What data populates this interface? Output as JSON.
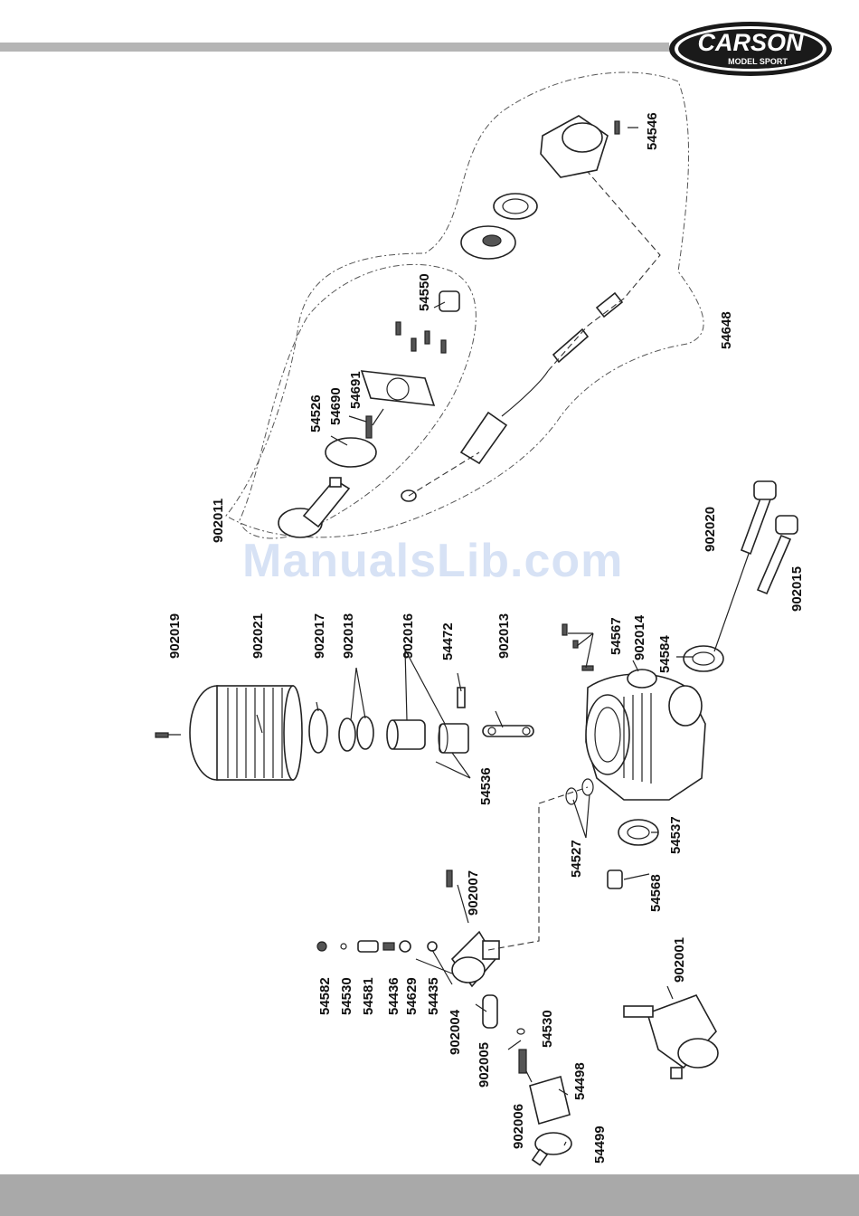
{
  "brand": {
    "name": "CARSON",
    "tagline": "MODEL SPORT"
  },
  "watermark": "ManualsLib.com",
  "colors": {
    "bars": "#b5b5b5",
    "logo_fill": "#1a1a1a"
  },
  "parts": {
    "p902011": "902011",
    "p54526": "54526",
    "p54690": "54690",
    "p54691": "54691",
    "p54550": "54550",
    "p54546": "54546",
    "p54648": "54648",
    "p902019": "902019",
    "p902021": "902021",
    "p902017": "902017",
    "p902018": "902018",
    "p902016": "902016",
    "p54472": "54472",
    "p902013": "902013",
    "p54536": "54536",
    "p54567": "54567",
    "p902014": "902014",
    "p54584": "54584",
    "p902020": "902020",
    "p902015": "902015",
    "p54527": "54527",
    "p54537": "54537",
    "p54568": "54568",
    "p902007": "902007",
    "p54582": "54582",
    "p54530a": "54530",
    "p54581": "54581",
    "p54436": "54436",
    "p54629": "54629",
    "p54435": "54435",
    "p902004": "902004",
    "p902005": "902005",
    "p54530b": "54530",
    "p902006": "902006",
    "p54498": "54498",
    "p54499": "54499",
    "p902001": "902001"
  }
}
